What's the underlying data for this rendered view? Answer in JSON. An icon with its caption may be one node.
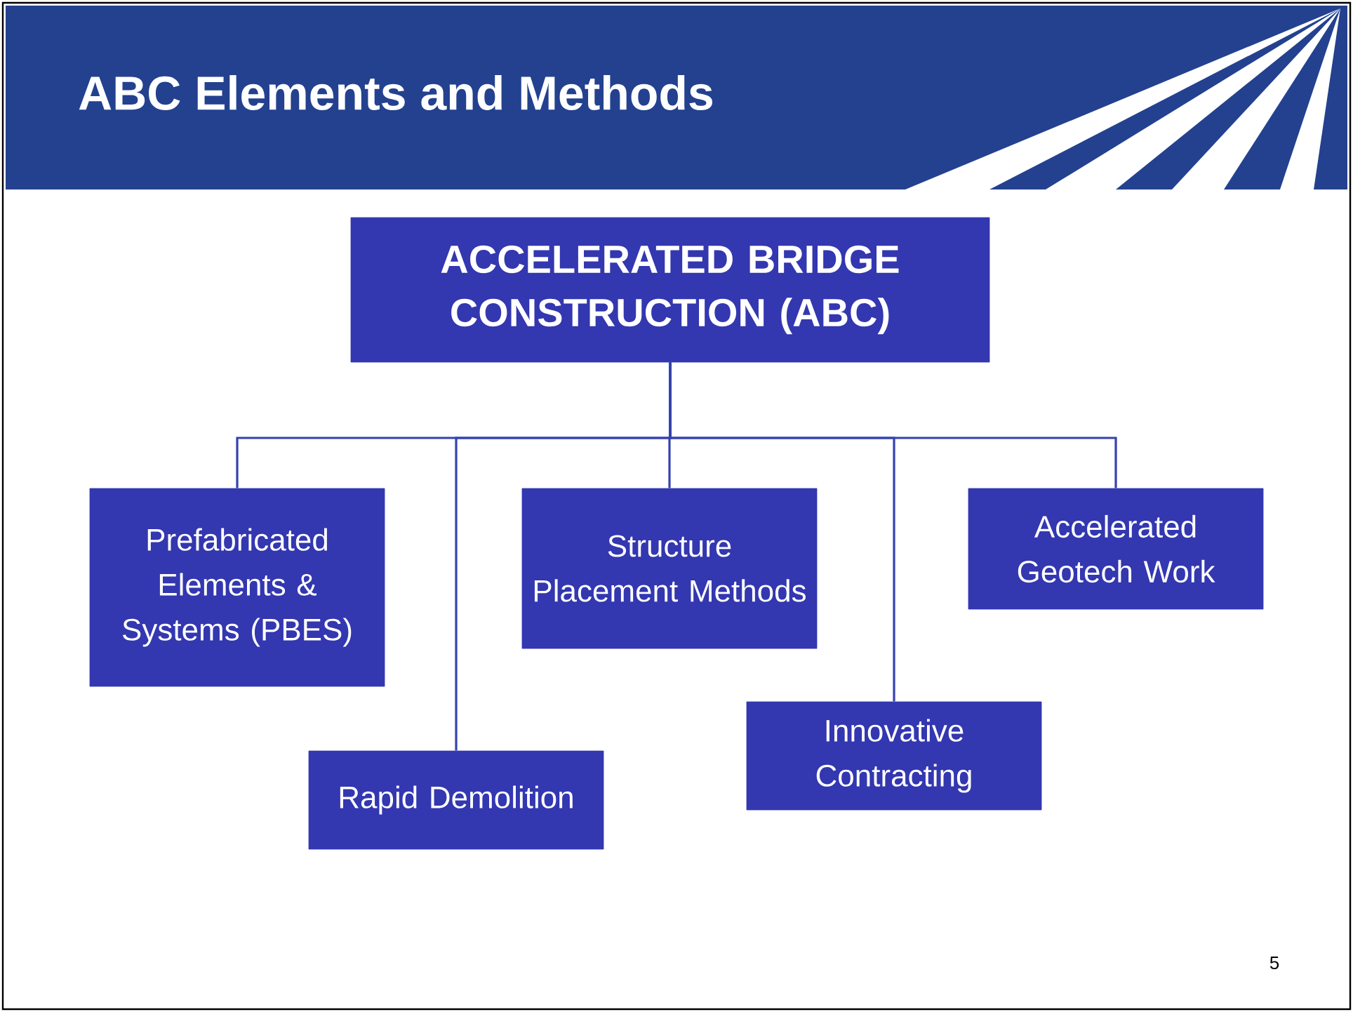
{
  "diagram": {
    "title": "ABC Elements and Methods",
    "nodes": [
      {
        "text": [
          "ACCELERATED BRIDGE CONSTRUCTION (ABC)"
        ]
      },
      {
        "text": [
          "Prefabricated Elements & Systems (PBES)"
        ]
      },
      {
        "text": [
          "Rapid Demolition"
        ]
      },
      {
        "text": [
          "Structure Placement Methods"
        ]
      },
      {
        "text": [
          "Innovative Contracting"
        ]
      },
      {
        "text": [
          "Accelerated Geotech Work"
        ]
      }
    ],
    "edges": [
      {
        "from": 0,
        "to": 1,
        "arrow": "none"
      },
      {
        "from": 0,
        "to": 2,
        "arrow": "none"
      },
      {
        "from": 0,
        "to": 3,
        "arrow": "none"
      },
      {
        "from": 0,
        "to": 4,
        "arrow": "none"
      },
      {
        "from": 0,
        "to": 5,
        "arrow": "none"
      }
    ],
    "labels": [
      "5"
    ]
  }
}
